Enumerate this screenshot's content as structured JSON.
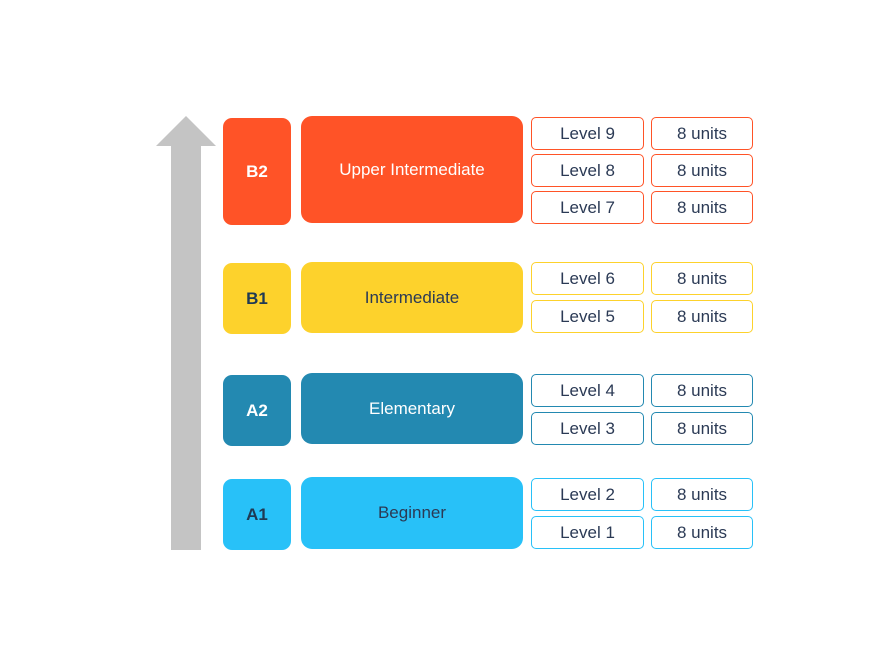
{
  "colors": {
    "b2": "#ff5327",
    "b1": "#fdd22c",
    "a2": "#2389b1",
    "a1": "#28c1f8",
    "arrow": "#c4c4c4"
  },
  "tiers": [
    {
      "code": "B2",
      "name": "Upper Intermediate",
      "levels": [
        {
          "level": "Level 9",
          "units": "8 units"
        },
        {
          "level": "Level 8",
          "units": "8 units"
        },
        {
          "level": "Level 7",
          "units": "8 units"
        }
      ]
    },
    {
      "code": "B1",
      "name": "Intermediate",
      "levels": [
        {
          "level": "Level 6",
          "units": "8 units"
        },
        {
          "level": "Level 5",
          "units": "8 units"
        }
      ]
    },
    {
      "code": "A2",
      "name": "Elementary",
      "levels": [
        {
          "level": "Level 4",
          "units": "8 units"
        },
        {
          "level": "Level 3",
          "units": "8 units"
        }
      ]
    },
    {
      "code": "A1",
      "name": "Beginner",
      "levels": [
        {
          "level": "Level 2",
          "units": "8 units"
        },
        {
          "level": "Level 1",
          "units": "8 units"
        }
      ]
    }
  ]
}
